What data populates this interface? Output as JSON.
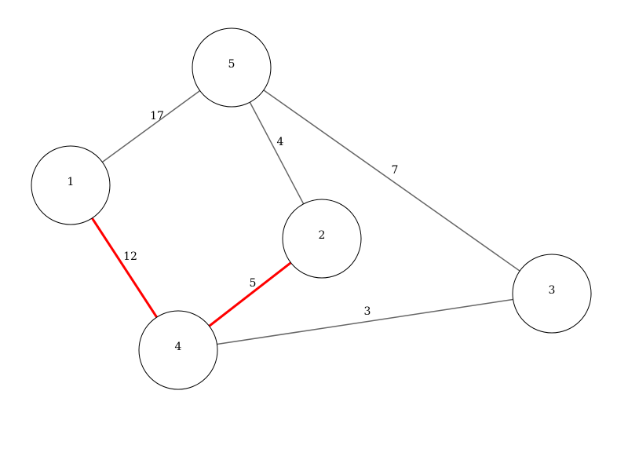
{
  "colors": {
    "edge_default": "#666666",
    "edge_highlight": "#ff0000",
    "node_stroke": "#000000",
    "node_fill": "#ffffff",
    "text": "#000000"
  },
  "graph": {
    "nodes": [
      {
        "id": "5",
        "label": "5"
      },
      {
        "id": "1",
        "label": "1"
      },
      {
        "id": "2",
        "label": "2"
      },
      {
        "id": "4",
        "label": "4"
      },
      {
        "id": "3",
        "label": "3"
      }
    ],
    "edges": [
      {
        "from": "5",
        "to": "1",
        "weight": "17",
        "highlighted": false
      },
      {
        "from": "5",
        "to": "2",
        "weight": "4",
        "highlighted": false
      },
      {
        "from": "5",
        "to": "3",
        "weight": "7",
        "highlighted": false
      },
      {
        "from": "1",
        "to": "4",
        "weight": "12",
        "highlighted": true
      },
      {
        "from": "2",
        "to": "4",
        "weight": "5",
        "highlighted": true
      },
      {
        "from": "4",
        "to": "3",
        "weight": "3",
        "highlighted": false
      }
    ]
  }
}
